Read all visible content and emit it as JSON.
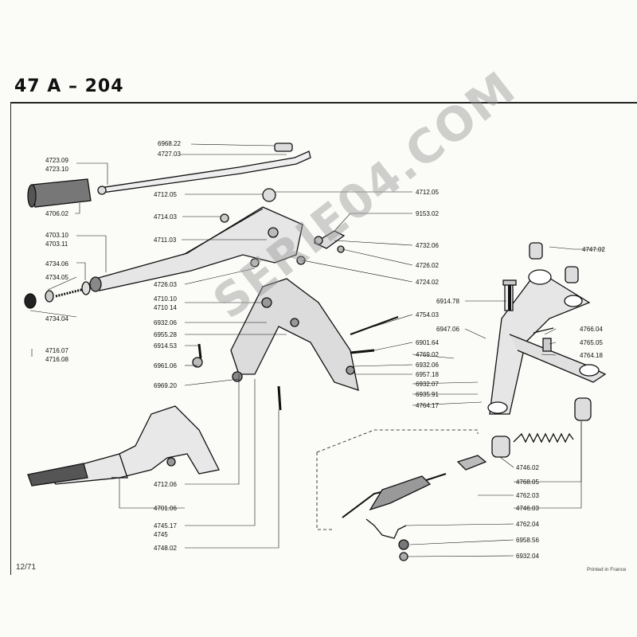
{
  "header": {
    "title": "47  A – 204"
  },
  "footer": {
    "left": "12/71",
    "right": "Printed in France"
  },
  "watermark": "SERIE04.COM",
  "part_labels": [
    "6968.22",
    "4727.03",
    "4723.09",
    "4723.10",
    "4706.02",
    "4712.05",
    "4712.05",
    "4714.03",
    "9153.02",
    "4711.03",
    "4732.06",
    "4703.10",
    "4703.11",
    "4734.06",
    "4734.05",
    "4734.04",
    "4726.02",
    "4726.03",
    "4724.02",
    "4747.02",
    "6914.78",
    "4710.10",
    "4710 14",
    "4754.03",
    "6932.06",
    "6955.28",
    "6947.06",
    "4766.04",
    "6914.53",
    "6901.64",
    "4765.05",
    "4716.07",
    "4716.08",
    "4769.02",
    "4764.18",
    "6961.06",
    "6932.06",
    "6957.18",
    "6969.20",
    "6932.07",
    "6935.91",
    "4764.17",
    "4746.02",
    "4768.05",
    "4712.06",
    "4762.03",
    "4701.06",
    "4746.03",
    "4762.04",
    "4745.17",
    "4745",
    "6958.56",
    "4748.02",
    "6932.04"
  ]
}
